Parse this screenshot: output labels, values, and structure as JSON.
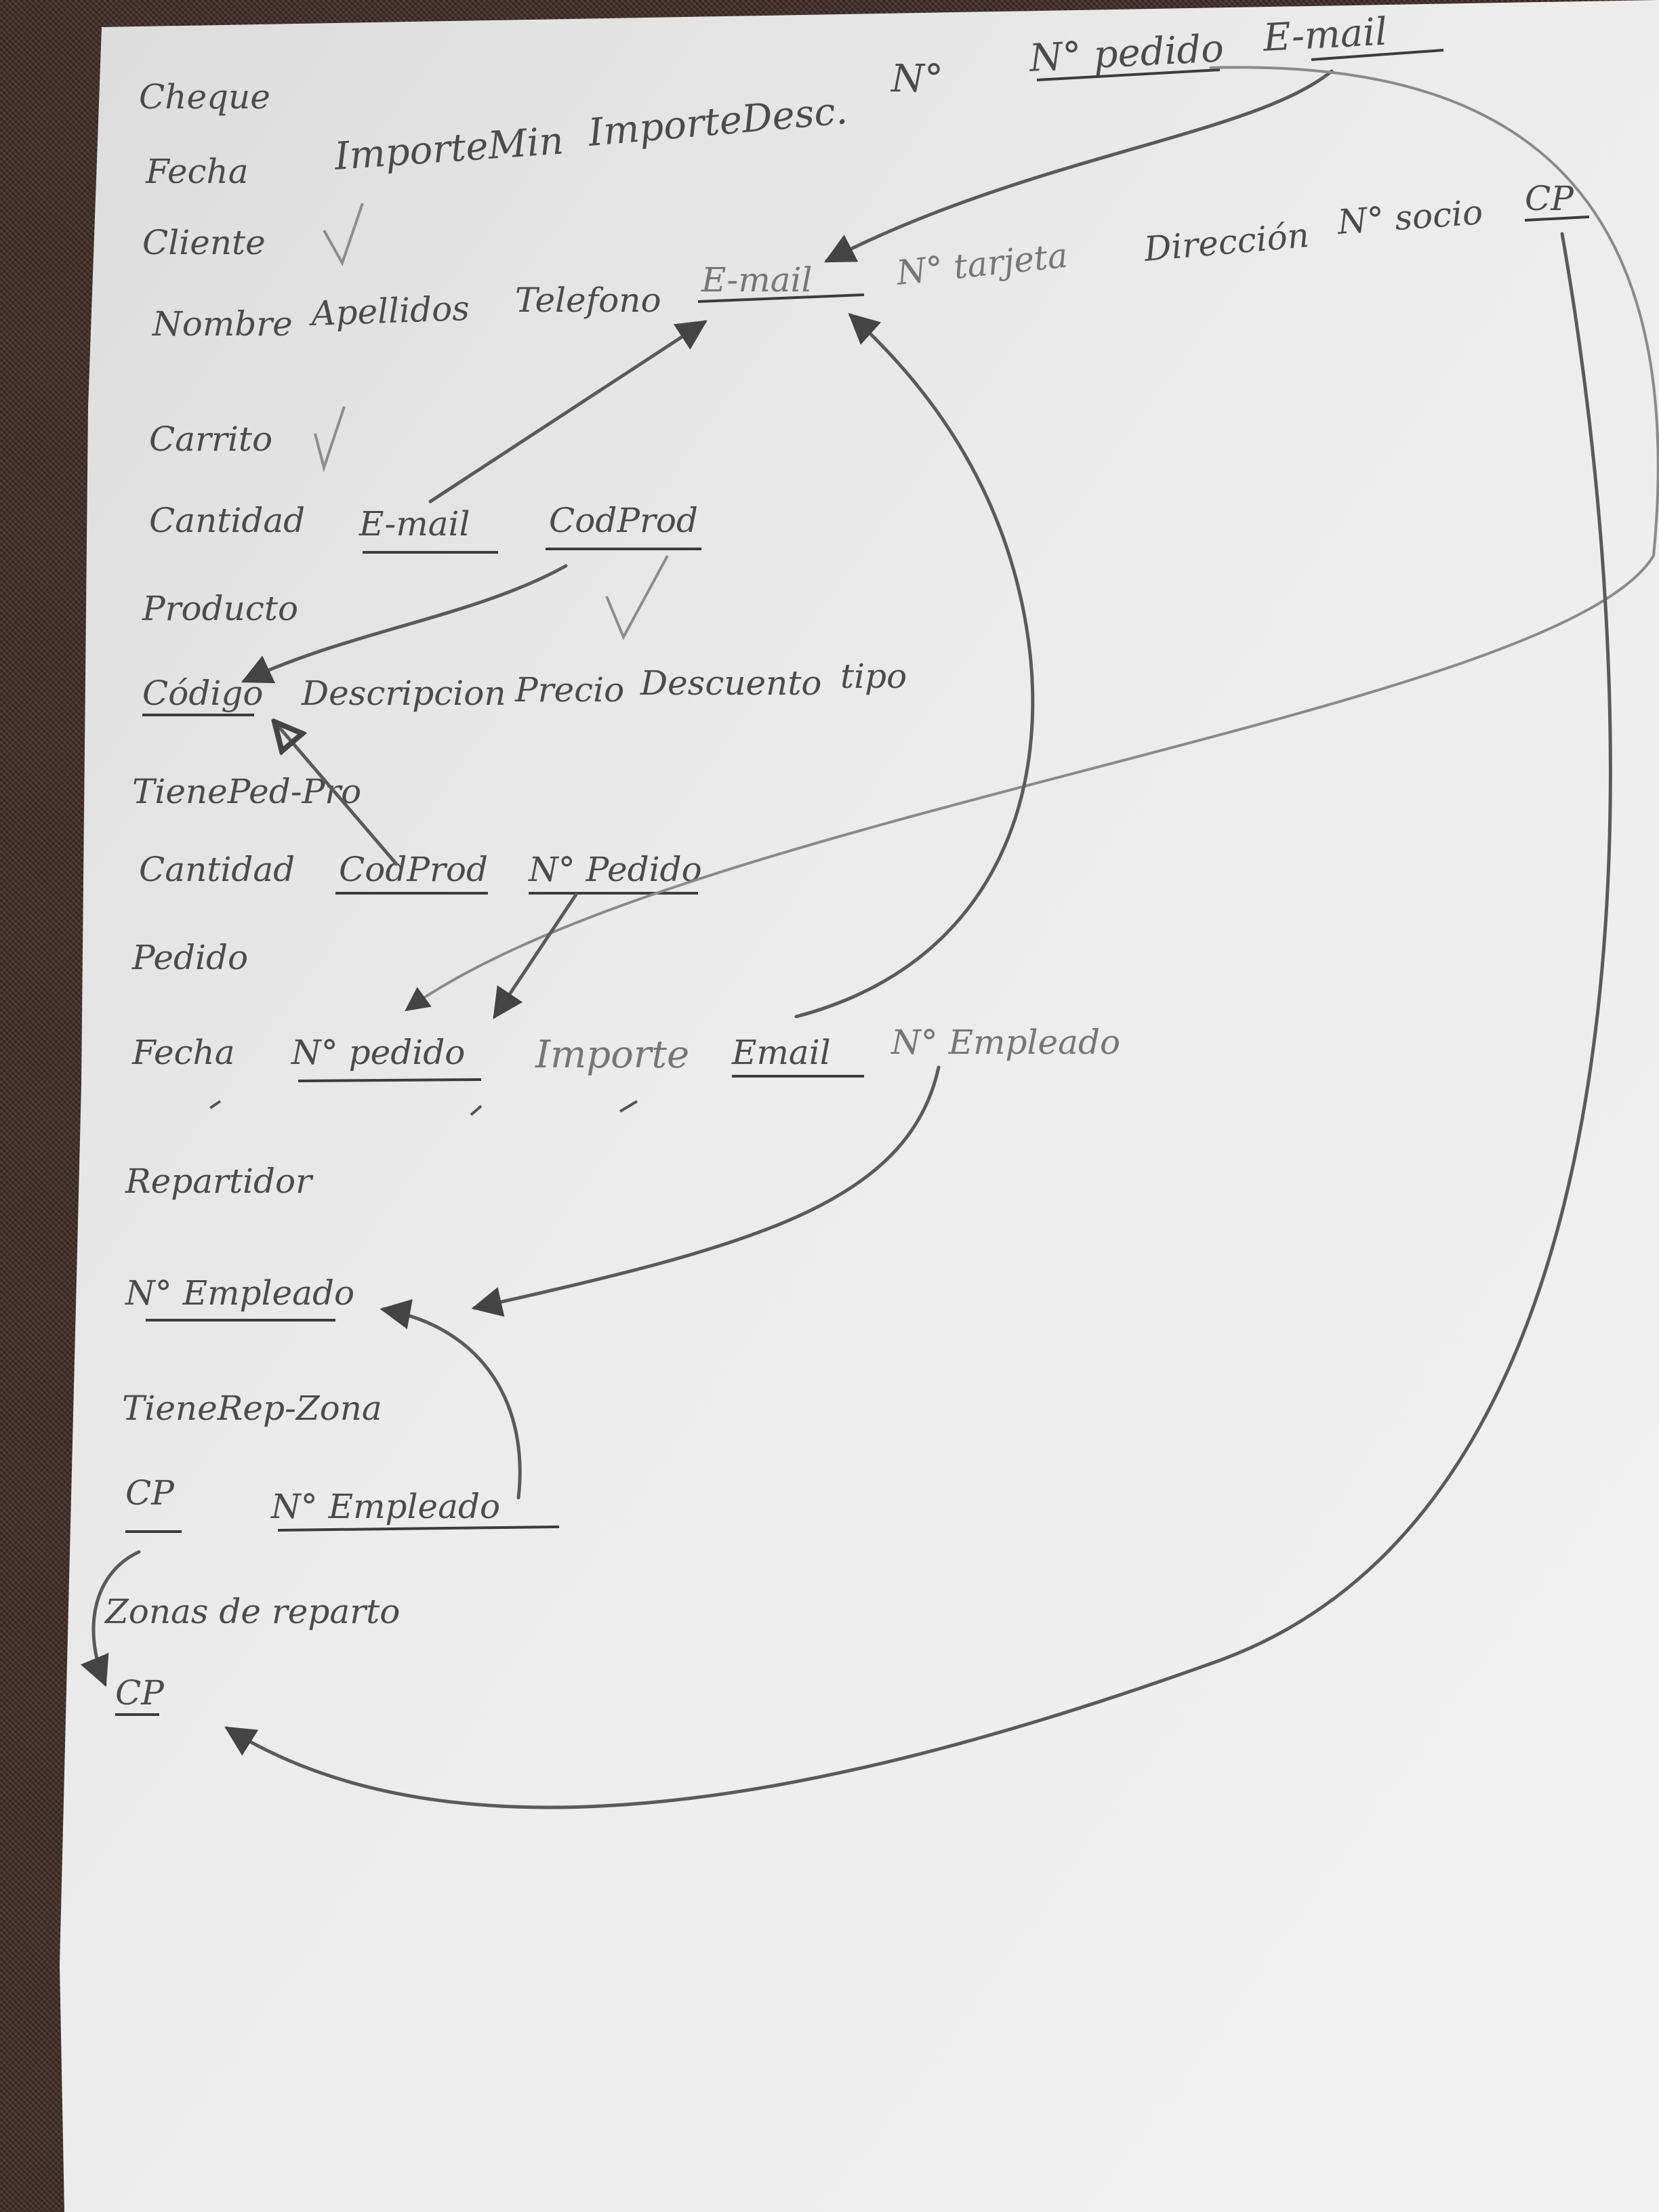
{
  "relations": [
    {
      "id": "cheque",
      "name": "Cheque",
      "attributes": [
        {
          "text": "Fecha"
        },
        {
          "text": "ImporteMin"
        },
        {
          "text": "ImporteDesc."
        },
        {
          "text": "N°"
        },
        {
          "text": "N° pedido",
          "key": true
        },
        {
          "text": "E-mail",
          "key": true
        }
      ]
    },
    {
      "id": "cliente",
      "name": "Cliente",
      "attributes": [
        {
          "text": "Nombre"
        },
        {
          "text": "Apellidos"
        },
        {
          "text": "Telefono"
        },
        {
          "text": "E-mail",
          "key": true
        },
        {
          "text": "N° tarjeta"
        },
        {
          "text": "Dirección"
        },
        {
          "text": "N° socio"
        },
        {
          "text": "CP",
          "key": true
        }
      ]
    },
    {
      "id": "carrito",
      "name": "Carrito",
      "attributes": [
        {
          "text": "Cantidad"
        },
        {
          "text": "E-mail",
          "key": true
        },
        {
          "text": "CodProd",
          "key": true
        }
      ]
    },
    {
      "id": "producto",
      "name": "Producto",
      "attributes": [
        {
          "text": "Código",
          "key": true
        },
        {
          "text": "Descripcion"
        },
        {
          "text": "Precio"
        },
        {
          "text": "Descuento"
        },
        {
          "text": "tipo"
        }
      ]
    },
    {
      "id": "tiene_ped_pro",
      "name": "TienePed-Pro",
      "attributes": [
        {
          "text": "Cantidad"
        },
        {
          "text": "CodProd",
          "key": true
        },
        {
          "text": "N° Pedido",
          "key": true
        }
      ]
    },
    {
      "id": "pedido",
      "name": "Pedido",
      "attributes": [
        {
          "text": "Fecha"
        },
        {
          "text": "N° pedido",
          "key": true
        },
        {
          "text": "Importe"
        },
        {
          "text": "Email",
          "key": true
        },
        {
          "text": "N° Empleado"
        }
      ]
    },
    {
      "id": "repartidor",
      "name": "Repartidor",
      "attributes": [
        {
          "text": "N° Empleado",
          "key": true
        }
      ]
    },
    {
      "id": "tiene_rep_zona",
      "name": "TieneRep-Zona",
      "attributes": [
        {
          "text": "CP",
          "key": true
        },
        {
          "text": "N° Empleado",
          "key": true
        }
      ]
    },
    {
      "id": "zonas_de_reparto",
      "name": "Zonas de reparto",
      "attributes": [
        {
          "text": "CP",
          "key": true
        }
      ]
    }
  ],
  "references": [
    {
      "from": "Cheque.E-mail",
      "to": "Cliente.E-mail"
    },
    {
      "from": "Cheque.N° pedido",
      "to": "Pedido.N° pedido"
    },
    {
      "from": "Cliente.CP",
      "to": "Zonas de reparto.CP"
    },
    {
      "from": "Carrito.E-mail",
      "to": "Cliente.E-mail"
    },
    {
      "from": "Carrito.CodProd",
      "to": "Producto.Código"
    },
    {
      "from": "TienePed-Pro.CodProd",
      "to": "Producto.Código"
    },
    {
      "from": "TienePed-Pro.N° Pedido",
      "to": "Pedido.N° pedido"
    },
    {
      "from": "Pedido.Email",
      "to": "Cliente.E-mail"
    },
    {
      "from": "Pedido.N° Empleado",
      "to": "Repartidor.N° Empleado"
    },
    {
      "from": "TieneRep-Zona.N° Empleado",
      "to": "Repartidor.N° Empleado"
    },
    {
      "from": "TieneRep-Zona.CP",
      "to": "Zonas de reparto.CP"
    }
  ]
}
